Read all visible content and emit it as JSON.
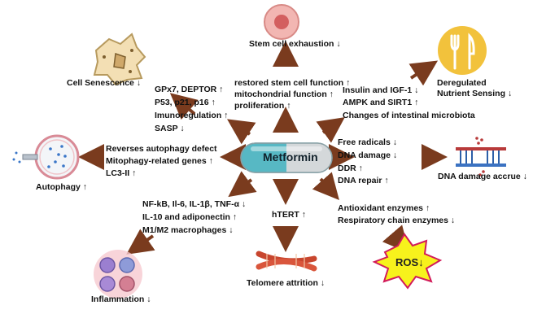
{
  "center": {
    "label": "Metformin"
  },
  "hallmarks": {
    "stem_cell": "Stem cell exhaustion",
    "cell_senescence": "Cell Senescence",
    "nutrient_sensing_1": "Deregulated",
    "nutrient_sensing_2": "Nutrient Sensing",
    "autophagy": "Autophagy",
    "dna_damage": "DNA damage accrue",
    "inflammation": "Inflammation",
    "telomere": "Telomere attrition",
    "ros": "ROS"
  },
  "effects": {
    "stem": [
      "restored stem cell function",
      "mitochondrial function",
      "proliferation"
    ],
    "senescence": [
      "GPx7, DEPTOR",
      "P53, p21, p16",
      "Imunoregulation",
      "SASP"
    ],
    "nutrient": [
      "Insulin and  IGF-1",
      "AMPK and SIRT1",
      "Changes of intestinal microbiota"
    ],
    "autophagy": [
      "Reverses autophagy defect",
      "Mitophagy-related genes",
      "LC3-II"
    ],
    "dna": [
      "Free radicals",
      "DNA damage",
      "DDR",
      "DNA  repair"
    ],
    "inflammation": [
      "NF-kB, Il-6, IL-1β, TNF-α",
      "IL-10 and adiponectin",
      "M1/M2 macrophages"
    ],
    "telomere": [
      "hTERT"
    ],
    "ros": [
      "Antioxidant enzymes",
      "Respiratory chain enzymes"
    ]
  },
  "symbols": {
    "up": "↑",
    "down": "↓"
  },
  "colors": {
    "arrow": "#7a3b1e",
    "pill_teal": "#57b8c4",
    "pill_grey": "#d4d8da",
    "ros_fill": "#f7f21c"
  }
}
